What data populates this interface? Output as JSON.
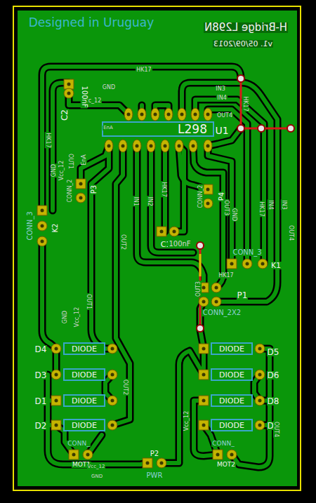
{
  "diagram": {
    "nodes": [
      {
        "text": [
          "L298"
        ]
      },
      {
        "text": [
          "DIODE"
        ]
      },
      {
        "text": [
          "DIODE"
        ]
      },
      {
        "text": [
          "DIODE"
        ]
      },
      {
        "text": [
          "DIODE"
        ]
      },
      {
        "text": [
          "DIODE"
        ]
      },
      {
        "text": [
          "DIODE"
        ]
      },
      {
        "text": [
          "DIODE"
        ]
      },
      {
        "text": [
          "DIODE"
        ]
      }
    ],
    "labels": [
      "Designed in Uruguay",
      "H-Bridge L298N",
      "v1. 05/09/2013",
      "HK17",
      "GND",
      "Vcc_12",
      "100nF",
      "C2",
      "EnA",
      "U1",
      "IN3",
      "IN4",
      "OUT4",
      "HK17",
      "HK17",
      "GND",
      "Vcc_12",
      "EnA",
      "CONN_2",
      "P3",
      "OUT1",
      "IN1",
      "IN2",
      "HK17",
      "CONN_2",
      "P4",
      "OUT3",
      "GND",
      "HK17",
      "IN4",
      "IN3",
      "OUT4",
      "CONN_3",
      "K2",
      "C1",
      "100nF",
      "OUT2",
      "CONN_3",
      "K1",
      "HK17",
      "P1",
      "OUT3",
      "CONN_2X2",
      "GND",
      "Vcc_12",
      "OUT1",
      "OUT2",
      "D4",
      "D3",
      "D1",
      "D2",
      "D5",
      "D6",
      "D8",
      "D7",
      "CONN_",
      "MOT1",
      "Vcc_12",
      "GND",
      "P2",
      "PWR",
      "CONN_",
      "MOT2",
      "Vcc_12",
      "OUT4"
    ]
  }
}
